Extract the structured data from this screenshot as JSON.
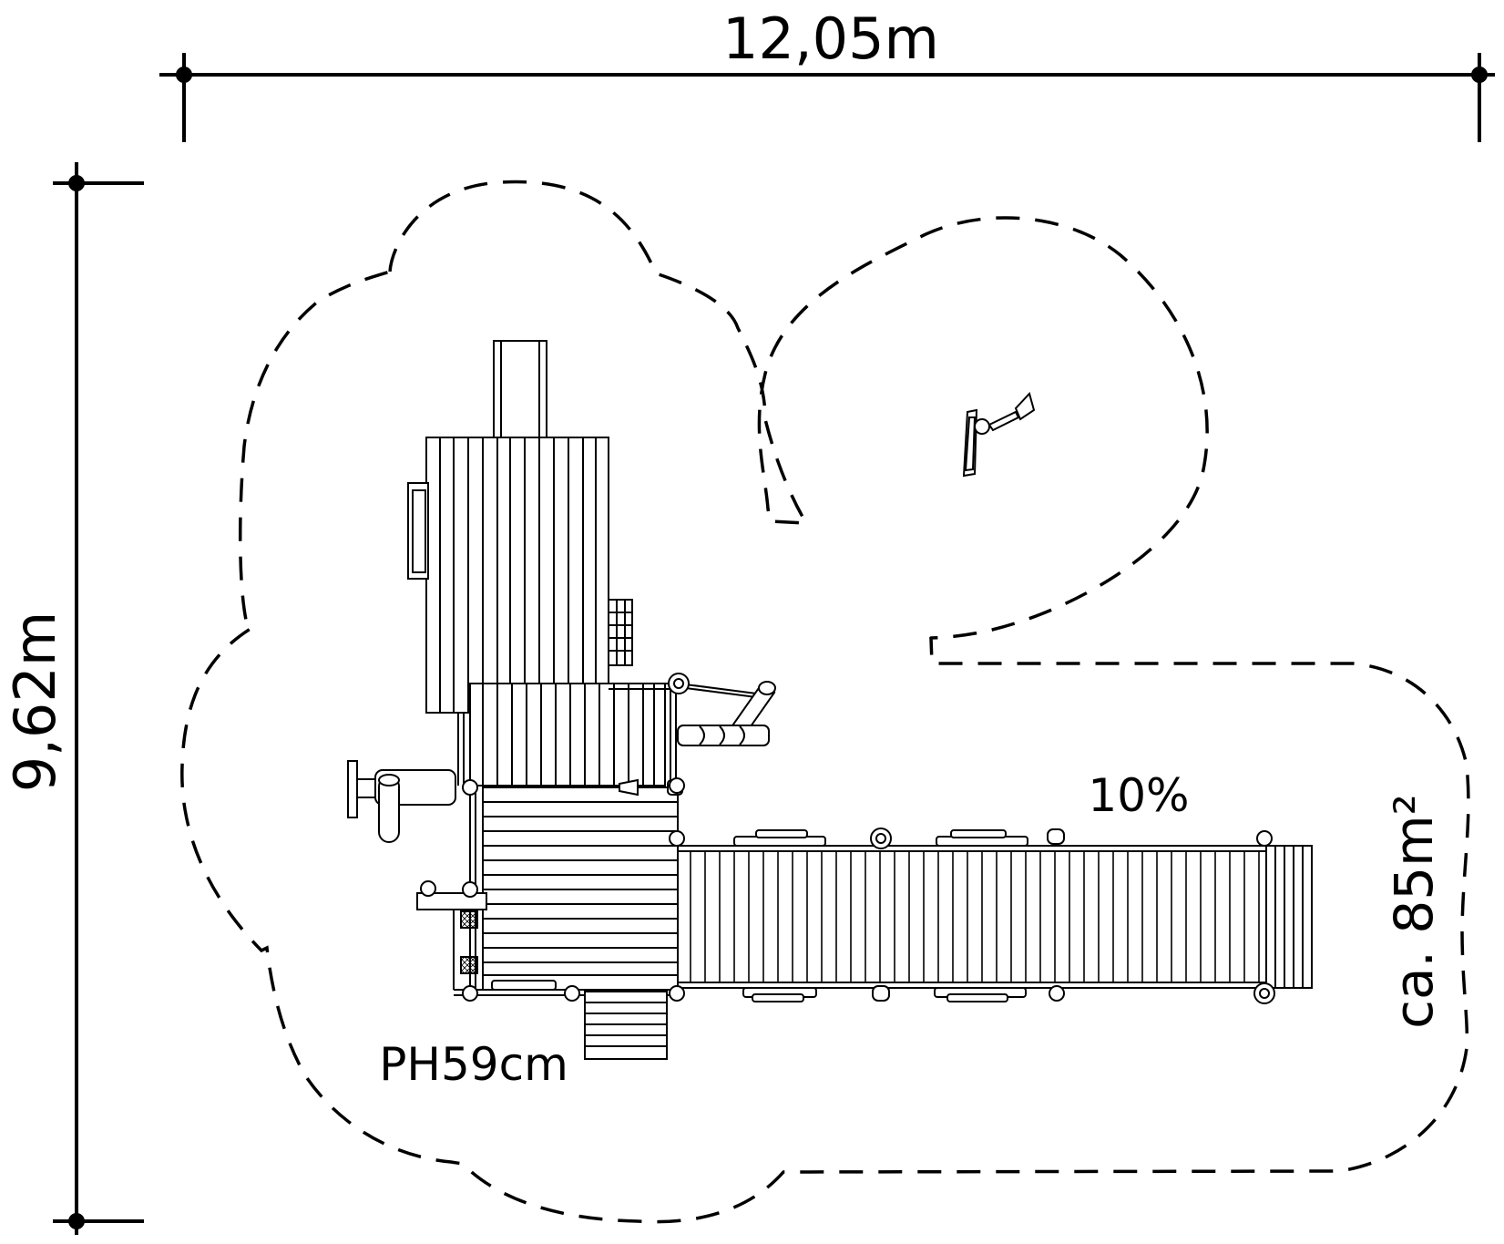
{
  "dimensions": {
    "width_label": "12,05m",
    "height_label": "9,62m"
  },
  "annotations": {
    "slope": "10%",
    "area": "ca. 85m²",
    "platform_height": "PH59cm"
  },
  "colors": {
    "ink": "#000000",
    "paper": "#ffffff"
  }
}
